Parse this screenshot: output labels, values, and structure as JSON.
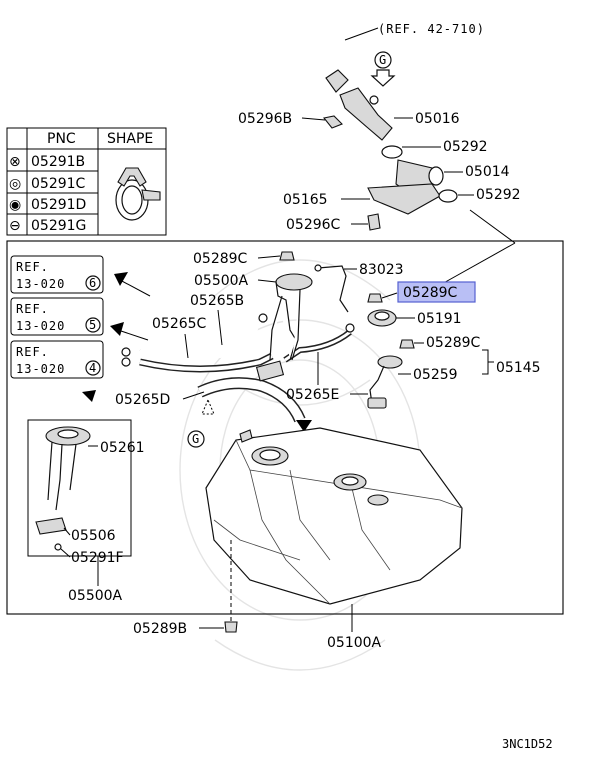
{
  "diagram": {
    "top_ref": "(REF. 42-710)",
    "corner_code": "3NC1D52",
    "legend": {
      "header_pnc": "PNC",
      "header_shape": "SHAPE",
      "rows": [
        {
          "symbol": "⊗",
          "pnc": "05291B"
        },
        {
          "symbol": "◎",
          "pnc": "05291C"
        },
        {
          "symbol": "◉",
          "pnc": "05291D"
        },
        {
          "symbol": "⊖",
          "pnc": "05291G"
        }
      ]
    },
    "ref_boxes": [
      {
        "line1": "REF.",
        "line2": "13-020",
        "num": "6"
      },
      {
        "line1": "REF.",
        "line2": "13-020",
        "num": "5"
      },
      {
        "line1": "REF.",
        "line2": "13-020",
        "num": "4"
      }
    ],
    "g_marker": "G",
    "labels": {
      "p05296B": "05296B",
      "p05016": "05016",
      "p05292a": "05292",
      "p05014": "05014",
      "p05165": "05165",
      "p05292b": "05292",
      "p05296C": "05296C",
      "p05289C_a": "05289C",
      "p83023": "83023",
      "p05500A": "05500A",
      "p05289C_hl": "05289C",
      "p05265B": "05265B",
      "p05191": "05191",
      "p05265C": "05265C",
      "p05289C_b": "05289C",
      "p05145": "05145",
      "p05259": "05259",
      "p05265D": "05265D",
      "p05265E": "05265E",
      "p05261": "05261",
      "p05506": "05506",
      "p05291F": "05291F",
      "p05500A_inset": "05500A",
      "p05289B": "05289B",
      "p05100A": "05100A"
    }
  }
}
